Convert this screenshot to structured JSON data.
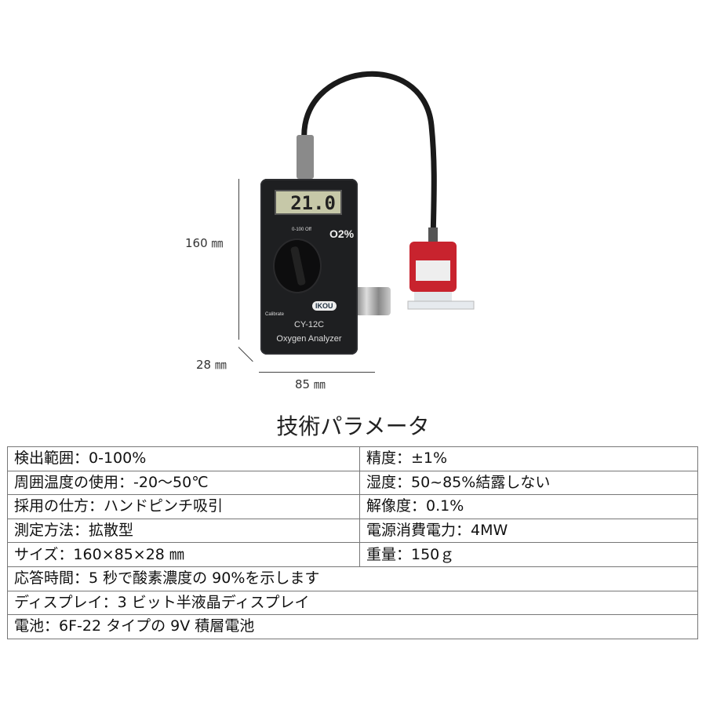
{
  "dimensions": {
    "height": "160 ㎜",
    "depth": "28 ㎜",
    "width": "85 ㎜"
  },
  "device": {
    "display": "21.0",
    "unit": "O2%",
    "range_labels": "0-100 Off",
    "calibrate": "Calibrate",
    "brand": "IKOU",
    "model": "CY-12C",
    "name": "Oxygen Analyzer"
  },
  "title": "技術パラメータ",
  "specs": {
    "pairs": [
      [
        "検出範囲：0-100%",
        "精度：±1%"
      ],
      [
        "周囲温度の使用：-20～50℃",
        "湿度：50~85%結露しない"
      ],
      [
        "採用の仕方：ハンドピンチ吸引",
        "解像度：0.1%"
      ],
      [
        "測定方法：拡散型",
        "電源消費電力：4MW"
      ],
      [
        "サイズ：160×85×28 ㎜",
        "重量：150ｇ"
      ]
    ],
    "full": [
      "応答時間：5 秒で酸素濃度の 90%を示します",
      "ディスプレイ：3 ビット半液晶ディスプレイ",
      "電池：6F-22 タイプの 9V 積層電池"
    ]
  }
}
